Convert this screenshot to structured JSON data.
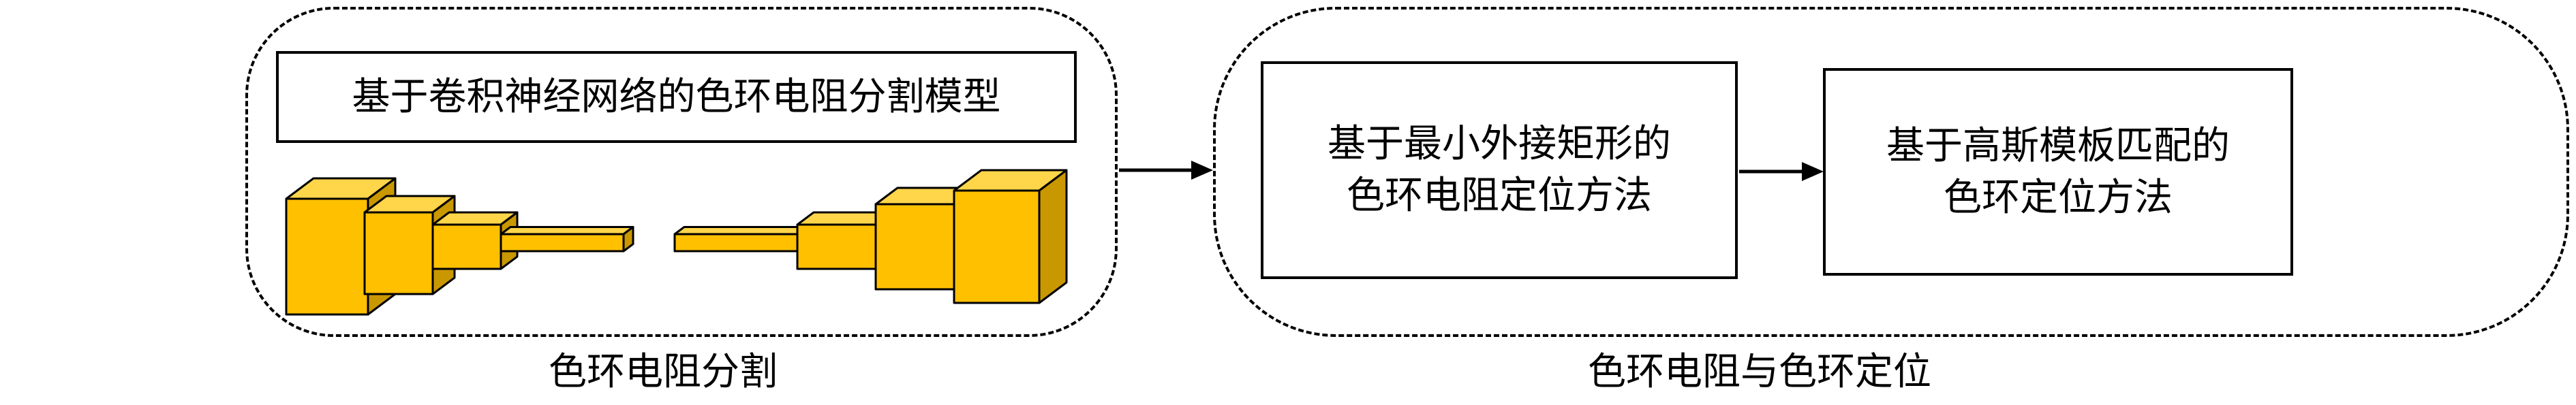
{
  "segmentation": {
    "model_title": "基于卷积神经网络的色环电阻分割模型",
    "caption": "色环电阻分割"
  },
  "localization": {
    "step1": [
      "基于最小外接矩形的",
      "色环电阻定位方法"
    ],
    "step2": [
      "基于高斯模板匹配的",
      "色环定位方法"
    ],
    "caption": "色环电阻与色环定位"
  },
  "colors": {
    "block_face": "#FFC000",
    "block_top": "#FFD54A",
    "block_side": "#C99700",
    "stroke": "#000000"
  }
}
